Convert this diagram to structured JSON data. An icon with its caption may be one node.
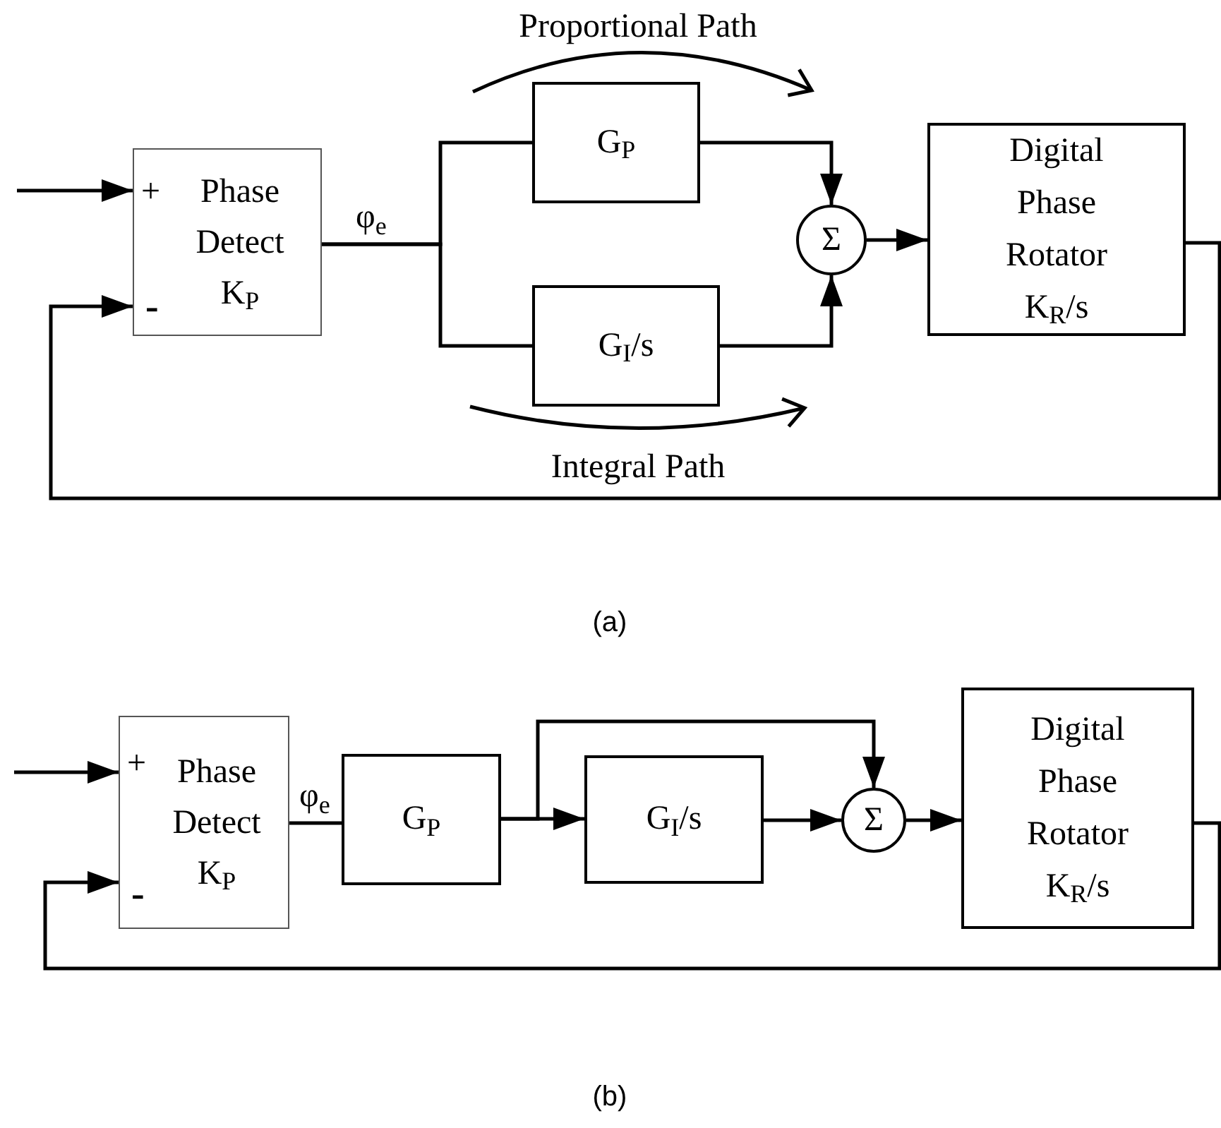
{
  "diagram": {
    "nodes": [
      {
        "text": [
          "+",
          "Phase Detect K$_{P}$",
          "-"
        ]
      },
      {
        "text": [
          "G$_{P}$"
        ]
      },
      {
        "text": [
          "G$_{I}$/s"
        ]
      },
      {
        "text": [
          "Σ"
        ]
      },
      {
        "text": [
          "Digital Phase Rotator K$_{R}$/s"
        ]
      },
      {
        "text": [
          "+",
          "Phase Detect K$_{P}$",
          "-"
        ]
      },
      {
        "text": [
          "G$_{P}$"
        ]
      },
      {
        "text": [
          "G$_{I}$/s"
        ]
      },
      {
        "text": [
          "Σ"
        ]
      },
      {
        "text": [
          "Digital Phase Rotator K$_{R}$/s"
        ]
      }
    ],
    "edges": [
      {
        "from": null,
        "to": 0,
        "arrow": "to"
      },
      {
        "from": 0,
        "to": 1,
        "arrow": "none",
        "label": "φ$_{e}$"
      },
      {
        "from": 0,
        "to": 2,
        "arrow": "none"
      },
      {
        "from": 1,
        "to": 3,
        "arrow": "to"
      },
      {
        "from": 2,
        "to": 3,
        "arrow": "to"
      },
      {
        "from": 3,
        "to": 4,
        "arrow": "to"
      },
      {
        "from": 4,
        "to": 0,
        "arrow": "to"
      },
      {
        "from": null,
        "to": 5,
        "arrow": "to"
      },
      {
        "from": 5,
        "to": 6,
        "arrow": "none",
        "label": "φ$_{e}$"
      },
      {
        "from": 6,
        "to": 7,
        "arrow": "to"
      },
      {
        "from": 6,
        "to": 8,
        "arrow": "to"
      },
      {
        "from": 7,
        "to": 8,
        "arrow": "to"
      },
      {
        "from": 8,
        "to": 9,
        "arrow": "to"
      },
      {
        "from": 9,
        "to": 5,
        "arrow": "to"
      }
    ],
    "labels": [
      "Proportional Path",
      "Integral Path",
      "(a)",
      "(b)"
    ]
  }
}
